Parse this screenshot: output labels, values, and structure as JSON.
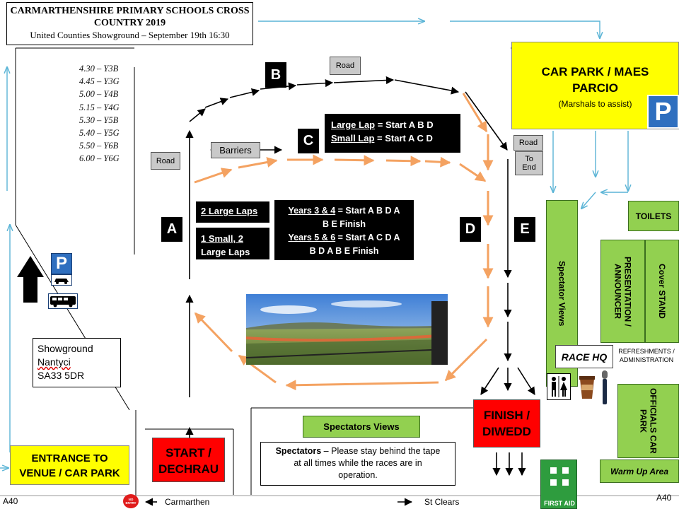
{
  "title": {
    "line1": "CARMARTHENSHIRE PRIMARY SCHOOLS CROSS",
    "line2": "COUNTRY 2019",
    "line3": "United Counties Showground  – September 19th 16:30"
  },
  "schedule": [
    "4.30 – Y3B",
    "4.45 – Y3G",
    "5.00 – Y4B",
    "5.15 – Y4G",
    "5.30 – Y5B",
    "5.40 – Y5G",
    "5.50 – Y6B",
    "6.00 – Y6G"
  ],
  "labels": {
    "road_top": "Road",
    "road_left": "Road",
    "road_right": "Road",
    "to_end_1": "To",
    "to_end_2": "End",
    "barriers": "Barriers",
    "a": "A",
    "b": "B",
    "c": "C",
    "d": "D",
    "e": "E"
  },
  "laps": {
    "large_lap_key": "Large Lap",
    "large_lap_val": " = Start A B D",
    "small_lap_key": "Small Lap",
    "small_lap_val": " = Start A C D",
    "two_large": "2 Large Laps",
    "one_small_1": "1 Small, 2",
    "one_small_2": "Large Laps",
    "y34_key": "Years 3 & 4",
    "y34_val": " = Start A B D A",
    "y34_line2": "B E Finish",
    "y56_key": "Years 5 & 6",
    "y56_val": " = Start A C D A",
    "y56_line2": "B D A B E Finish"
  },
  "car_park": {
    "line1": "CAR PARK / MAES",
    "line2": "PARCIO",
    "note": "(Marshals to assist)",
    "p": "P"
  },
  "venue": {
    "toilets": "TOILETS",
    "spectator_views_vert": "Spectator Views",
    "presentation": "PRESENTATION / ANNOUNCER",
    "cover_stand": "Cover STAND",
    "race_hq": "RACE HQ",
    "refreshments_1": "REFRESHMENTS /",
    "refreshments_2": "ADMINISTRATION",
    "officials": "OFFICIALS CAR PARK",
    "warm_up": "Warm Up Area",
    "first_aid": "FIRST AID"
  },
  "start_finish": {
    "start_1": "START /",
    "start_2": "DECHRAU",
    "finish_1": "FINISH /",
    "finish_2": "DIWEDD"
  },
  "spectators": {
    "views": "Spectators Views",
    "bold": "Spectators",
    "text1": " – Please stay behind the tape",
    "text2": "at all times while the races are in",
    "text3": "operation."
  },
  "address": {
    "line1": "Showground",
    "line2": "Nantyci",
    "line3": "SA33 5DR"
  },
  "entrance": {
    "line1": "ENTRANCE TO",
    "line2": "VENUE / CAR PARK"
  },
  "bottom": {
    "a40_left": "A40",
    "a40_right": "A40",
    "carmarthen": "Carmarthen",
    "st_clears": "St Clears",
    "no_entry": "NO ENTRY",
    "left_p": "P"
  },
  "colors": {
    "route_orange": "#f4a261",
    "car_park_yellow": "#ffff00",
    "stand_green": "#92d050",
    "start_red": "#ff0000",
    "arrow_blue": "#5ab4d6",
    "parking_blue": "#2f6fbf"
  }
}
